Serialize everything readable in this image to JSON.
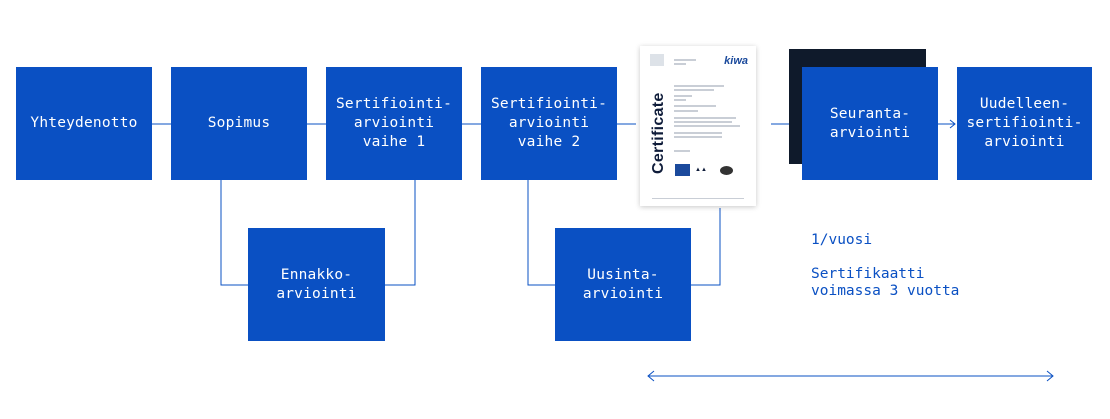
{
  "steps": {
    "yhteydenotto": "Yhteydenotto",
    "sopimus": "Sopimus",
    "vaihe1": "Sertifiointi-\narviointi\nvaihe 1",
    "vaihe2": "Sertifiointi-\narviointi\nvaihe 2",
    "seuranta": "Seuranta-\narviointi",
    "uudelleen": "Uudelleen-\nsertifiointi-\narviointi",
    "ennakko": "Ennakko-\narviointi",
    "uusinta": "Uusinta-\narviointi"
  },
  "certificate": {
    "title": "Certificate",
    "brand": "kiwa"
  },
  "notes": {
    "frequency": "1/vuosi",
    "validity": "Sertifikaatti\nvoimassa 3 vuotta"
  },
  "colors": {
    "box": "#0a50c3",
    "dark_box": "#0f1a2b",
    "line": "#0a50c3"
  }
}
